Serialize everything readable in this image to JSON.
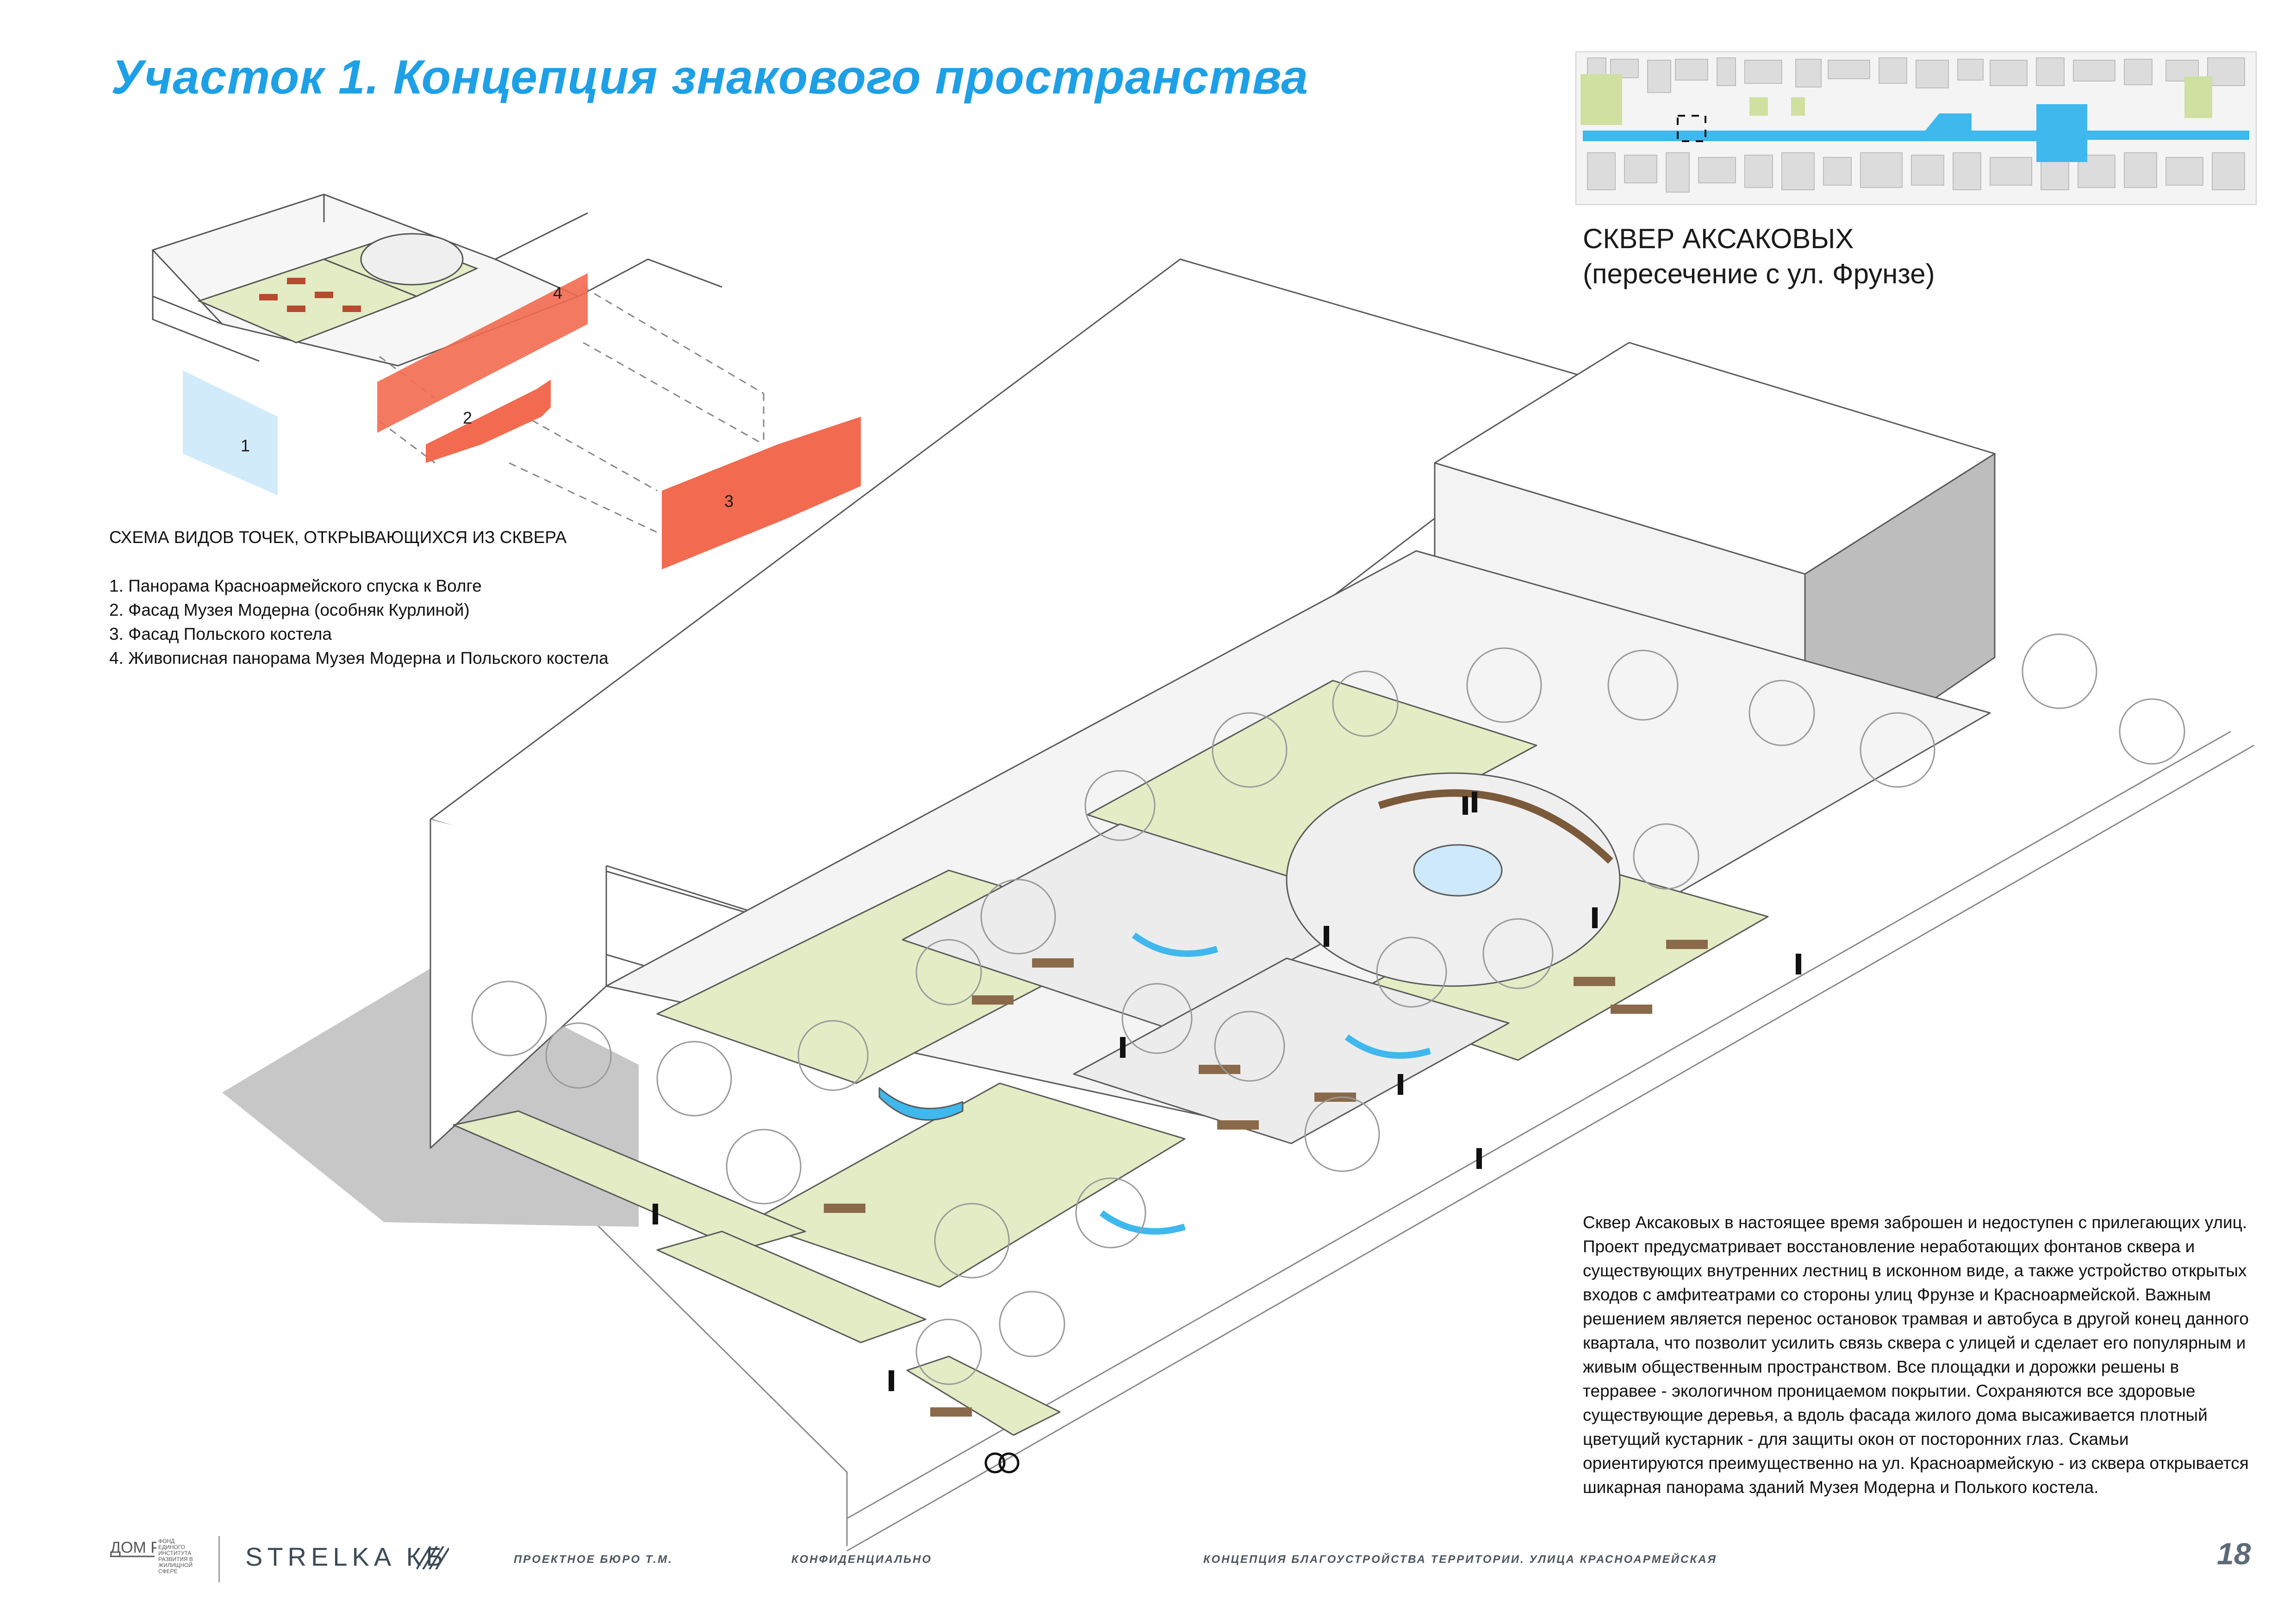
{
  "title": "Участок 1. Концепция знакового пространства",
  "location": {
    "name": "СКВЕР АКСАКОВЫХ",
    "note": "(пересечение с ул. Фрунзе)"
  },
  "views_scheme": {
    "heading": "СХЕМА ВИДОВ ТОЧЕК, ОТКРЫВАЮЩИХСЯ ИЗ СКВЕРА",
    "items": [
      "1.  Панорама Красноармейского спуска к Волге",
      "2. Фасад Музея Модерна (особняк Курлиной)",
      "3. Фасад Польского костела",
      "4.  Живописная панорама Музея Модерна и Польского костела"
    ],
    "labels": [
      "1",
      "2",
      "3",
      "4"
    ]
  },
  "description": "Сквер Аксаковых  в настоящее время заброшен и недоступен с прилегающих улиц. Проект предусматривает восстановление неработающих фонтанов сквера и существующих внутренних лестниц в исконном виде, а также устройство открытых входов с амфитеатрами со стороны улиц Фрунзе и Красноармейской. Важным решением является перенос остановок трамвая и автобуса в другой конец данного квартала, что позволит усилить связь сквера с улицей и сделает его популярным и живым общественным пространством. Все площадки и дорожки решены в терравее - экологичном проницаемом покрытии. Сохраняются все здоровые существующие деревья, а вдоль фасада жилого дома высаживается плотный цветущий кустарник - для защиты окон от посторонних глаз. Скамьи ориентируются преимущественно на ул. Красноармейскую - из сквера открывается шикарная панорама зданий Музея Модерна и Полького костела.",
  "footer": {
    "logo_text": "ДОМ РФ",
    "logo_small_text": "ФОНД ЕДИНОГО ИНСТИТУТА РАЗВИТИЯ В ЖИЛИЩНОЙ СФЕРЕ",
    "strelka": "STRELKA КБ",
    "bureau": "ПРОЕКТНОЕ БЮРО Т.М.",
    "confidential": "КОНФИДЕНЦИАЛЬНО",
    "project": "КОНЦЕПЦИЯ БЛАГОУСТРОЙСТВА ТЕРРИТОРИИ. УЛИЦА КРАСНОАРМЕЙСКАЯ",
    "page": "18"
  },
  "colors": {
    "title_blue": "#1ea0e6",
    "view_red": "#f26a4f",
    "lawn_green": "#e3ecc4",
    "water_blue": "#3fb8ee",
    "building_shade": "#b9b9b9"
  }
}
